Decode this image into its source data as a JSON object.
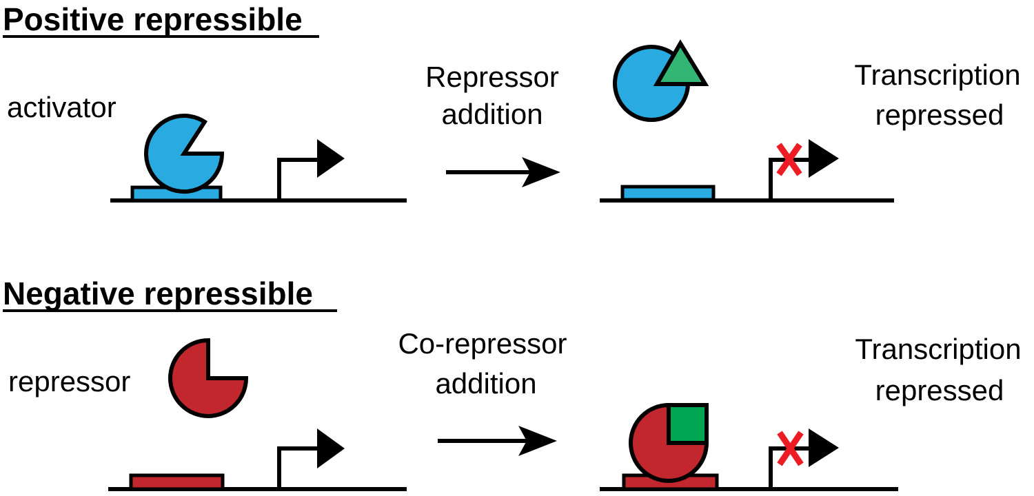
{
  "colors": {
    "protein_blue": "#29ABE2",
    "protein_red": "#C1272D",
    "ligand_green_triangle": "#33B573",
    "ligand_green_square": "#00A651",
    "blocked_x": "#ED1C24",
    "ink": "#000000"
  },
  "panels": {
    "positive": {
      "heading": "Positive repressible",
      "protein_label": "activator",
      "transition": [
        "Repressor",
        "addition"
      ],
      "result": [
        "Transcription",
        "repressed"
      ]
    },
    "negative": {
      "heading": "Negative repressible",
      "protein_label": "repressor",
      "transition": [
        "Co-repressor",
        "addition"
      ],
      "result": [
        "Transcription",
        "repressed"
      ]
    }
  }
}
